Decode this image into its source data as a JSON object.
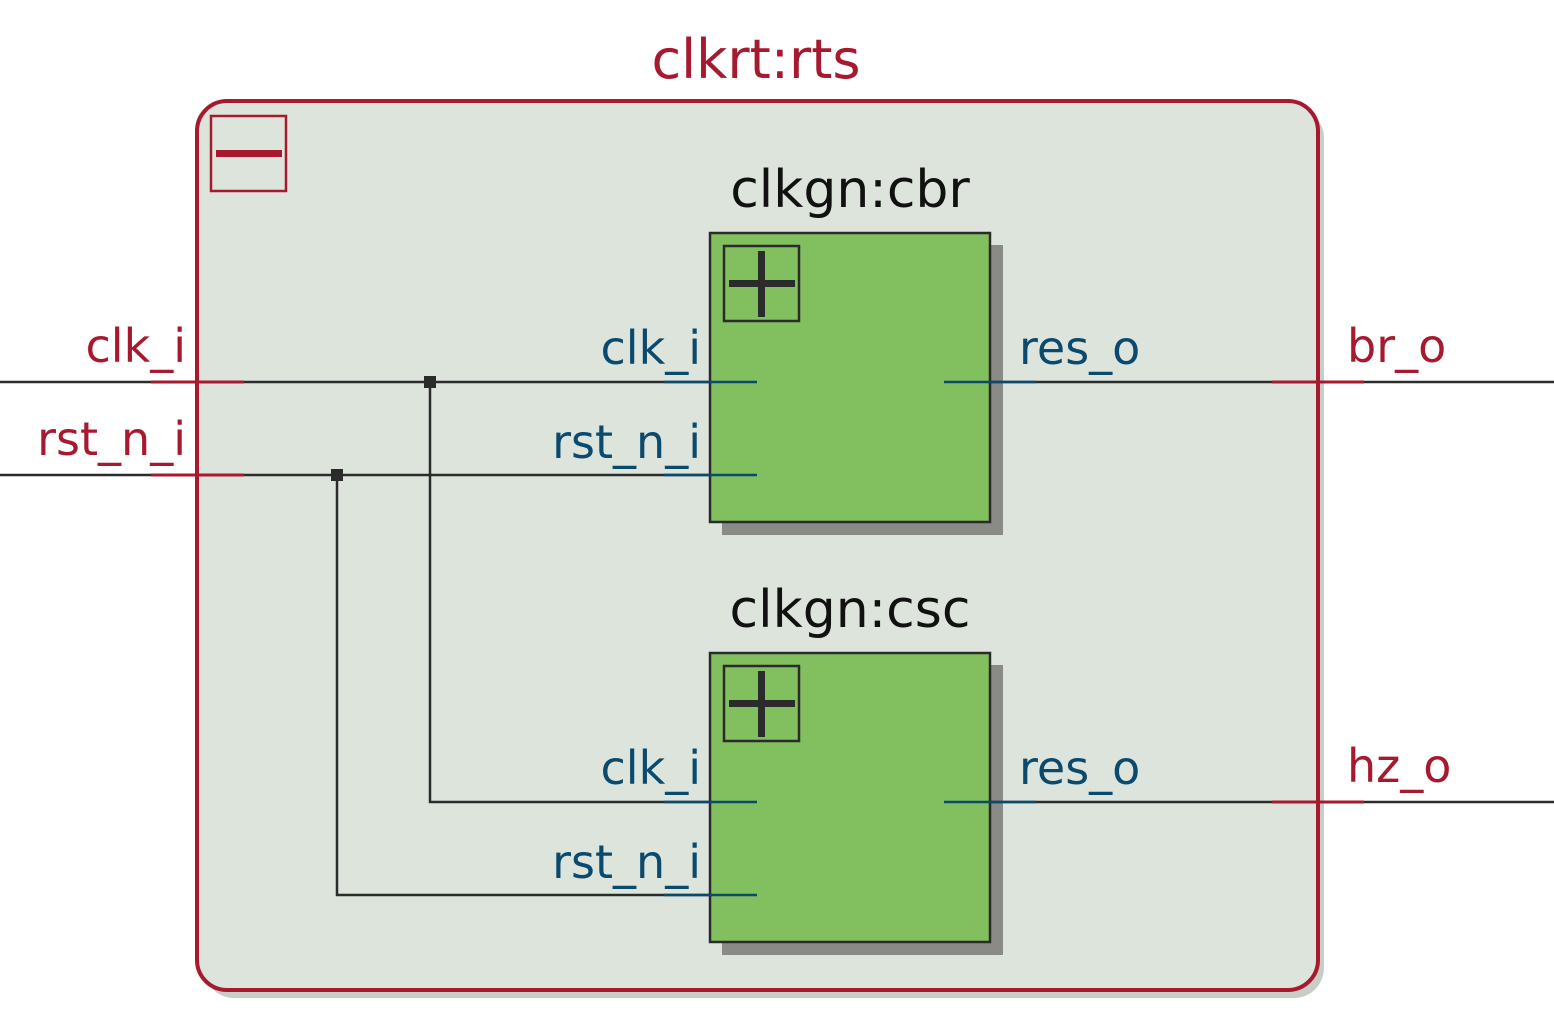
{
  "diagram": {
    "top_module": {
      "title": "clkrt:rts",
      "collapse_symbol": "minus-icon",
      "ports_in": [
        "clk_i",
        "rst_n_i"
      ],
      "ports_out": [
        "br_o",
        "hz_o"
      ]
    },
    "submodules": [
      {
        "title": "clkgn:cbr",
        "expand_symbol": "plus-icon",
        "ports_in": [
          "clk_i",
          "rst_n_i"
        ],
        "ports_out": [
          "res_o"
        ]
      },
      {
        "title": "clkgn:csc",
        "expand_symbol": "plus-icon",
        "ports_in": [
          "clk_i",
          "rst_n_i"
        ],
        "ports_out": [
          "res_o"
        ]
      }
    ],
    "colors": {
      "module_border": "#a6192e",
      "module_fill": "#dde4dc",
      "submodule_fill": "#82bf5f",
      "submodule_border": "#2b2b2b",
      "shadow": "#8a8a86",
      "wire": "#2b2b2b",
      "sub_port_text": "#0b4a6f"
    }
  }
}
